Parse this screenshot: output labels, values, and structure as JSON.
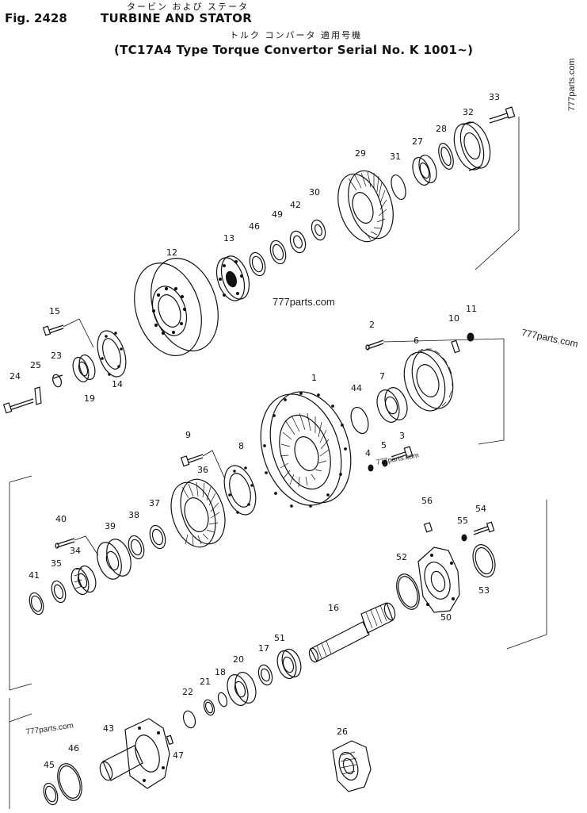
{
  "header": {
    "fig_label": "Fig. 2428",
    "title": "TURBINE AND STATOR",
    "jp_title": "タービン および ステータ",
    "jp_subtitle": "トルク コンバータ 適用号機",
    "model_line": "(TC17A4 Type Torque Convertor Serial No. K 1001~)"
  },
  "watermarks": {
    "center": "777parts.com",
    "right": "777parts.com",
    "vertical": "777parts.com",
    "left": "777parts.com",
    "mid": "777parts.com"
  },
  "callouts": [
    "33",
    "32",
    "28",
    "27",
    "31",
    "29",
    "30",
    "42",
    "49",
    "46",
    "13",
    "12",
    "15",
    "14",
    "23",
    "25",
    "24",
    "19",
    "11",
    "10",
    "2",
    "6",
    "1",
    "44",
    "7",
    "9",
    "3",
    "4",
    "5",
    "8",
    "36",
    "37",
    "38",
    "39",
    "40",
    "34",
    "35",
    "41",
    "56",
    "54",
    "55",
    "52",
    "53",
    "50",
    "16",
    "51",
    "17",
    "20",
    "18",
    "21",
    "22",
    "43",
    "47",
    "26",
    "46",
    "45"
  ]
}
